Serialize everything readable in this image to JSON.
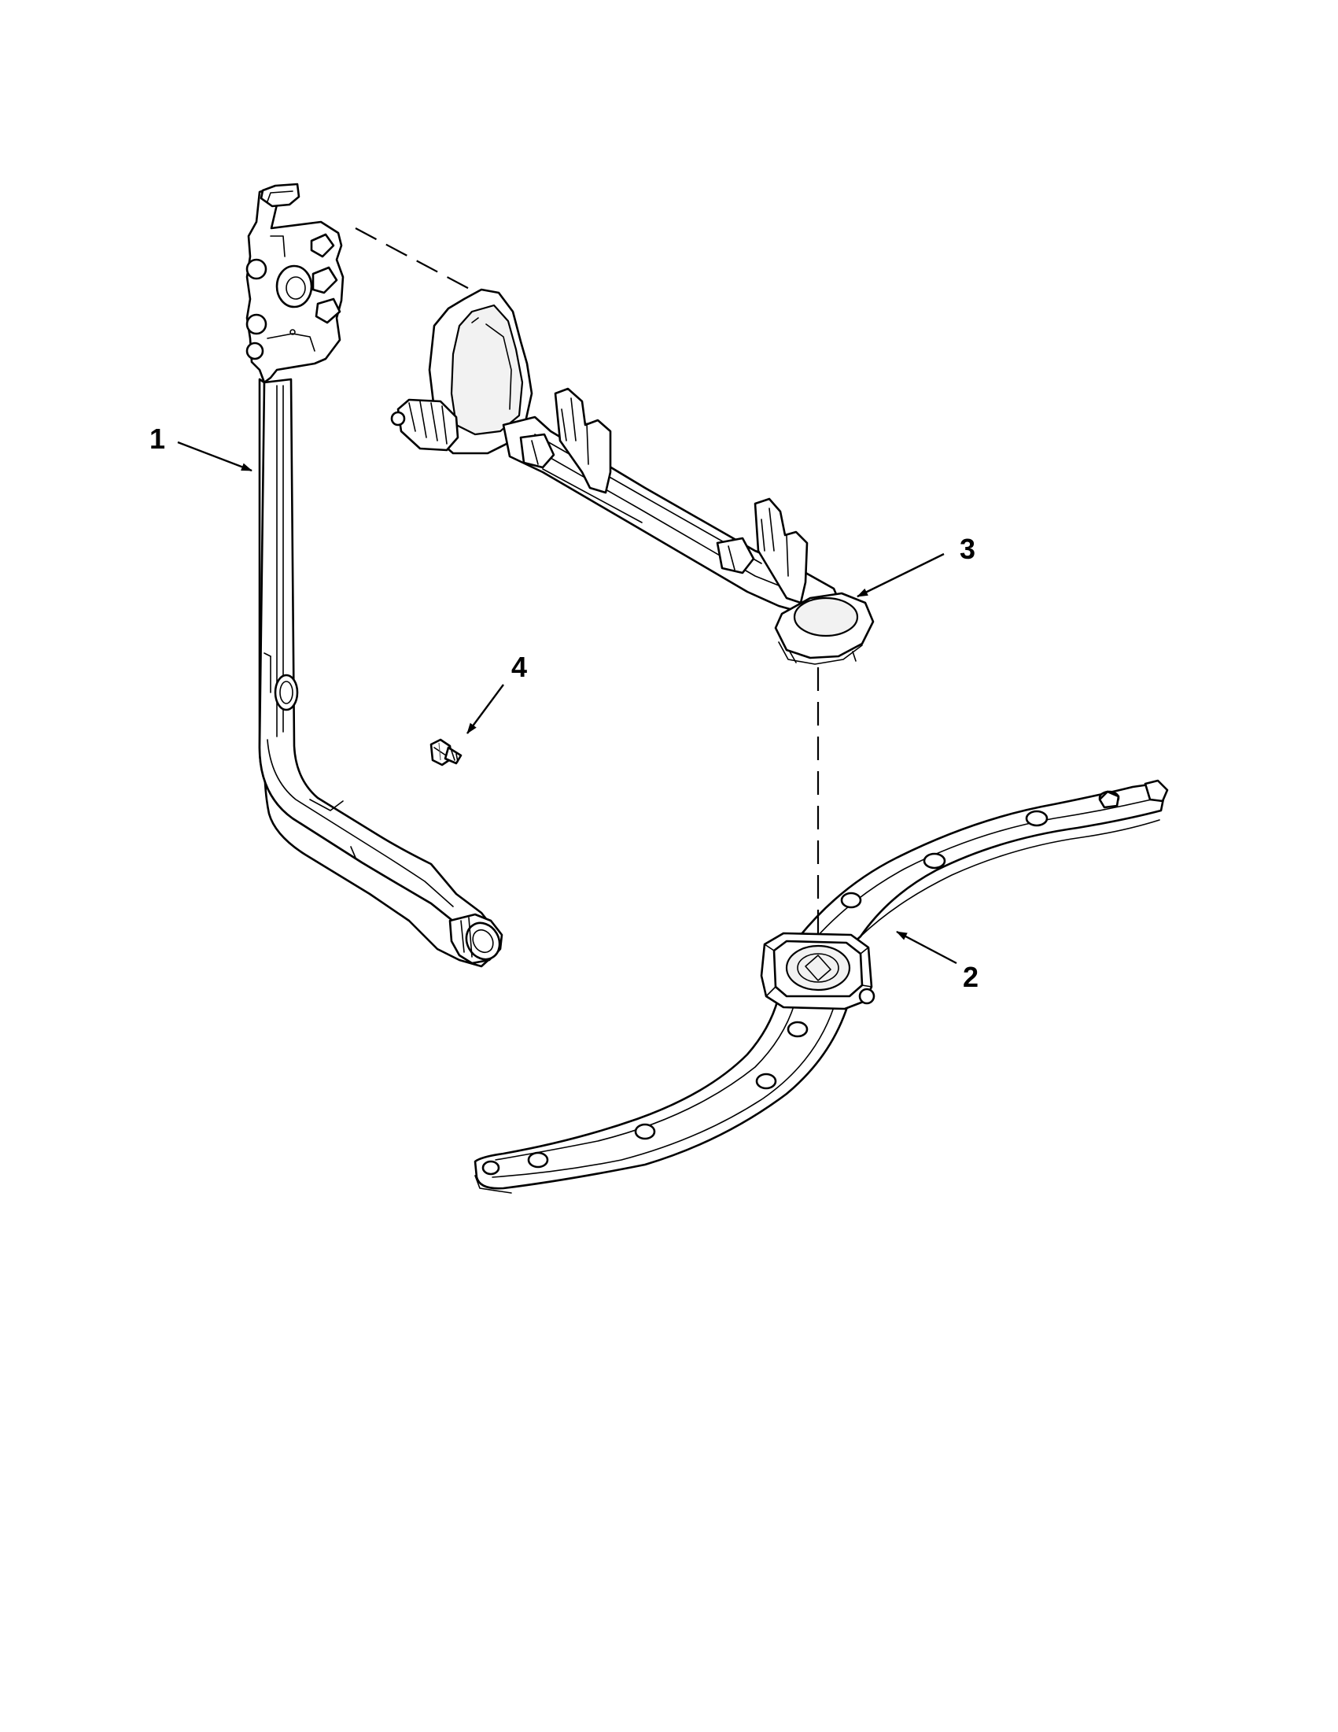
{
  "callouts": [
    {
      "id": "1",
      "text": "1"
    },
    {
      "id": "2",
      "text": "2"
    },
    {
      "id": "3",
      "text": "3"
    },
    {
      "id": "4",
      "text": "4"
    }
  ],
  "colors": {
    "line": "#000000",
    "fill": "#ffffff",
    "background": "#ffffff"
  }
}
